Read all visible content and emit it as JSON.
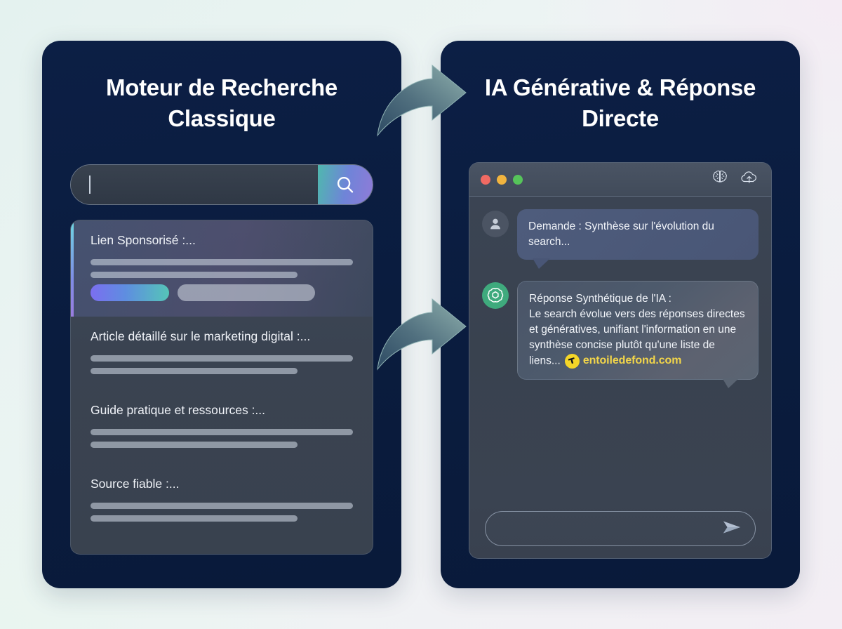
{
  "background": {
    "gradient_start": "#e4f2ef",
    "gradient_mid": "#eef4f4",
    "gradient_end": "#f3eef4"
  },
  "left_panel": {
    "title": "Moteur de Recherche Classique",
    "search": {
      "value": "",
      "placeholder": "",
      "button_icon": "search-icon",
      "button_gradient_start": "#4fb8ae",
      "button_gradient_end": "#8f7bd8"
    },
    "results": [
      {
        "title": "Lien Sponsorisé :...",
        "sponsored": true,
        "pill_accent_gradient_start": "#7b6ef0",
        "pill_accent_gradient_end": "#55c5b8"
      },
      {
        "title": "Article détaillé sur le marketing digital :...",
        "sponsored": false
      },
      {
        "title": "Guide pratique et ressources :...",
        "sponsored": false
      },
      {
        "title": "Source fiable :...",
        "sponsored": false
      }
    ]
  },
  "right_panel": {
    "title": "IA Générative & Réponse Directe",
    "window": {
      "traffic_lights": [
        {
          "name": "close",
          "color": "#f06a63"
        },
        {
          "name": "minimize",
          "color": "#f1b43f"
        },
        {
          "name": "maximize",
          "color": "#56c45a"
        }
      ],
      "toolbar_icons": [
        "brain-icon",
        "cloud-upload-icon"
      ]
    },
    "messages": [
      {
        "role": "user",
        "avatar": "user-avatar-icon",
        "text": "Demande : Synthèse sur l'évolution du search..."
      },
      {
        "role": "assistant",
        "avatar": "openai-logo-icon",
        "text": "Réponse Synthétique de l'IA :\nLe search évolue vers des réponses directes et génératives, unifiant l'information en une synthèse concise plutôt qu'une liste de liens...",
        "watermark": {
          "label": "entoiledefond.com",
          "color": "#f2d54a",
          "logo_background": "#f5d628"
        }
      }
    ],
    "composer": {
      "value": "",
      "placeholder": "",
      "send_icon": "send-icon"
    }
  },
  "arrows": [
    {
      "name": "flow-arrow-top",
      "direction": "right"
    },
    {
      "name": "flow-arrow-bottom",
      "direction": "right"
    }
  ]
}
